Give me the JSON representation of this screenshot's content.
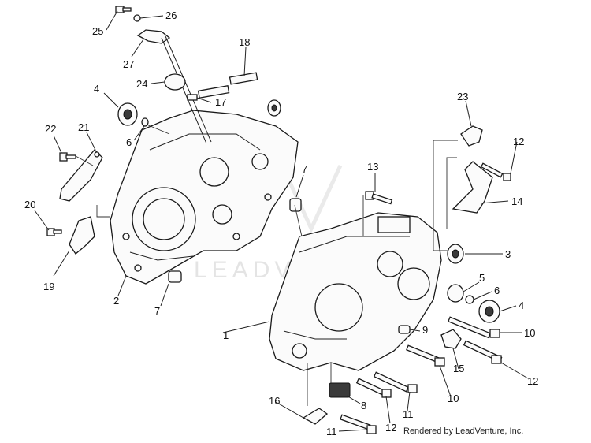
{
  "diagram": {
    "callouts": [
      {
        "id": "c25",
        "text": "25"
      },
      {
        "id": "c26",
        "text": "26"
      },
      {
        "id": "c27",
        "text": "27"
      },
      {
        "id": "c18",
        "text": "18"
      },
      {
        "id": "c24",
        "text": "24"
      },
      {
        "id": "c17",
        "text": "17"
      },
      {
        "id": "c4a",
        "text": "4"
      },
      {
        "id": "c6a",
        "text": "6"
      },
      {
        "id": "c22",
        "text": "22"
      },
      {
        "id": "c21",
        "text": "21"
      },
      {
        "id": "c20",
        "text": "20"
      },
      {
        "id": "c19",
        "text": "19"
      },
      {
        "id": "c2",
        "text": "2"
      },
      {
        "id": "c7a",
        "text": "7"
      },
      {
        "id": "c7b",
        "text": "7"
      },
      {
        "id": "c13",
        "text": "13"
      },
      {
        "id": "c23",
        "text": "23"
      },
      {
        "id": "c12a",
        "text": "12"
      },
      {
        "id": "c14",
        "text": "14"
      },
      {
        "id": "c3",
        "text": "3"
      },
      {
        "id": "c5",
        "text": "5"
      },
      {
        "id": "c6b",
        "text": "6"
      },
      {
        "id": "c4b",
        "text": "4"
      },
      {
        "id": "c1",
        "text": "1"
      },
      {
        "id": "c9",
        "text": "9"
      },
      {
        "id": "c10a",
        "text": "10"
      },
      {
        "id": "c15",
        "text": "15"
      },
      {
        "id": "c12b",
        "text": "12"
      },
      {
        "id": "c10b",
        "text": "10"
      },
      {
        "id": "c11a",
        "text": "11"
      },
      {
        "id": "c8",
        "text": "8"
      },
      {
        "id": "c12c",
        "text": "12"
      },
      {
        "id": "c16",
        "text": "16"
      },
      {
        "id": "c11b",
        "text": "11"
      }
    ],
    "watermark": "LEADVENTURE",
    "credit": "Rendered by LeadVenture, Inc."
  }
}
